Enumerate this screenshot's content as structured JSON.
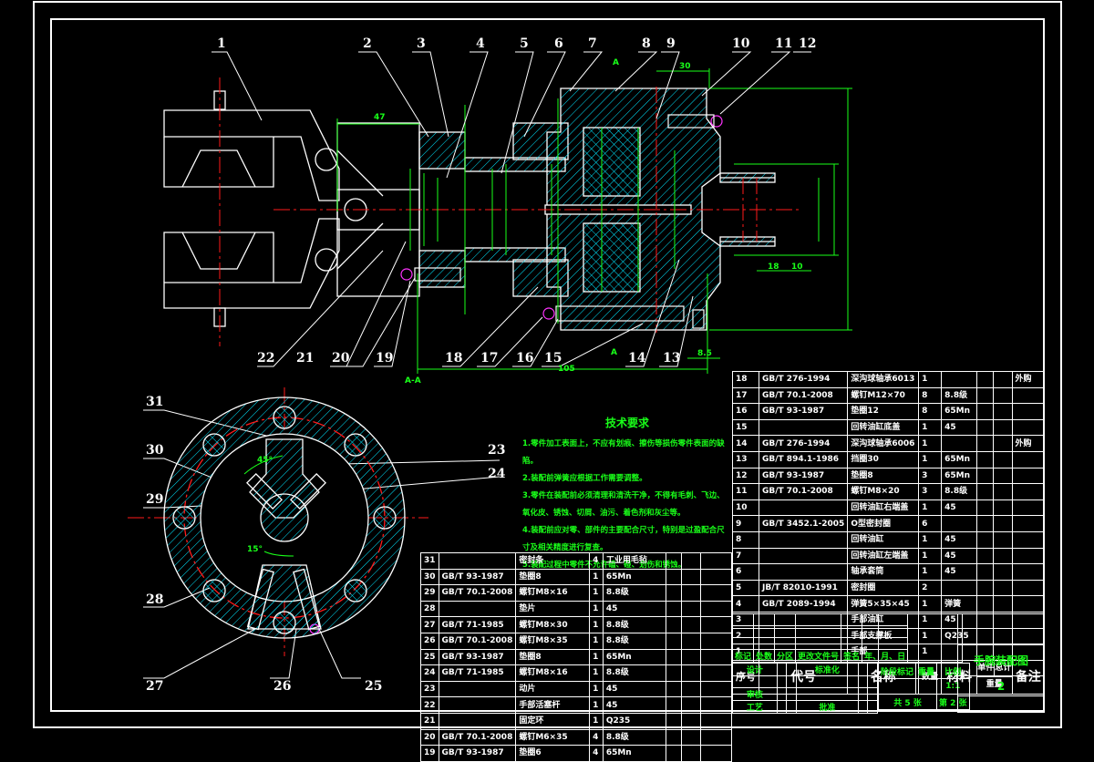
{
  "drawing": {
    "title": "手腕装配图",
    "drawing_number": "2",
    "scale": "1:1",
    "sheet_total_label": "共 5 张",
    "sheet_current_label": "第 2 张",
    "colors": {
      "background": "#000000",
      "outline": "#ffffff",
      "dimension": "#19ff19",
      "centerline": "#ff1a1a",
      "hatch": "#00e5ff",
      "hidden_fastener": "#ff33ff"
    }
  },
  "callouts": {
    "top": [
      "1",
      "2",
      "3",
      "4",
      "5",
      "6",
      "7",
      "8",
      "9",
      "10",
      "11",
      "12"
    ],
    "bottom": [
      "22",
      "21",
      "20",
      "19",
      "18",
      "17",
      "16",
      "15",
      "14",
      "13"
    ],
    "section_view": [
      "31",
      "30",
      "29",
      "28",
      "27",
      "26",
      "25",
      "24",
      "23"
    ]
  },
  "dimensions": {
    "d47": "47",
    "d30": "30",
    "d105": "105",
    "d18": "18",
    "d10": "10",
    "d8_5": "8.5",
    "angle45": "45°",
    "angle15": "15°",
    "section_mark": "A",
    "section_mark2": "A",
    "section_label": "A-A"
  },
  "tech_requirements": {
    "title": "技术要求",
    "items": [
      "1.零件加工表面上，不应有划痕、擦伤等损伤零件表面的缺陷。",
      "2.装配前弹簧应根据工作需要调整。",
      "3.零件在装配前必须清理和清洗干净，不得有毛刺、飞边、氧化皮、锈蚀、切屑、油污、着色剂和灰尘等。",
      "4.装配前应对零、部件的主要配合尺寸，特别是过盈配合尺寸及相关精度进行复查。",
      "5.装配过程中零件不允许磕、碰、划伤和锈蚀。"
    ]
  },
  "parts_list_right": {
    "rows": [
      {
        "no": "18",
        "code": "GB/T 276-1994",
        "name": "深沟球轴承6013",
        "qty": "1",
        "material": "",
        "unit_wt": "",
        "total_wt": "",
        "note": "外购"
      },
      {
        "no": "17",
        "code": "GB/T 70.1-2008",
        "name": "螺钉M12×70",
        "qty": "8",
        "material": "8.8级",
        "unit_wt": "",
        "total_wt": "",
        "note": ""
      },
      {
        "no": "16",
        "code": "GB/T 93-1987",
        "name": "垫圈12",
        "qty": "8",
        "material": "65Mn",
        "unit_wt": "",
        "total_wt": "",
        "note": ""
      },
      {
        "no": "15",
        "code": "",
        "name": "回转油缸底盖",
        "qty": "1",
        "material": "45",
        "unit_wt": "",
        "total_wt": "",
        "note": ""
      },
      {
        "no": "14",
        "code": "GB/T 276-1994",
        "name": "深沟球轴承6006",
        "qty": "1",
        "material": "",
        "unit_wt": "",
        "total_wt": "",
        "note": "外购"
      },
      {
        "no": "13",
        "code": "GB/T 894.1-1986",
        "name": "挡圈30",
        "qty": "1",
        "material": "65Mn",
        "unit_wt": "",
        "total_wt": "",
        "note": ""
      },
      {
        "no": "12",
        "code": "GB/T 93-1987",
        "name": "垫圈8",
        "qty": "3",
        "material": "65Mn",
        "unit_wt": "",
        "total_wt": "",
        "note": ""
      },
      {
        "no": "11",
        "code": "GB/T 70.1-2008",
        "name": "螺钉M8×20",
        "qty": "3",
        "material": "8.8级",
        "unit_wt": "",
        "total_wt": "",
        "note": ""
      },
      {
        "no": "10",
        "code": "",
        "name": "回转油缸右端盖",
        "qty": "1",
        "material": "45",
        "unit_wt": "",
        "total_wt": "",
        "note": ""
      },
      {
        "no": "9",
        "code": "GB/T 3452.1-2005",
        "name": "O型密封圈",
        "qty": "6",
        "material": "",
        "unit_wt": "",
        "total_wt": "",
        "note": ""
      },
      {
        "no": "8",
        "code": "",
        "name": "回转油缸",
        "qty": "1",
        "material": "45",
        "unit_wt": "",
        "total_wt": "",
        "note": ""
      },
      {
        "no": "7",
        "code": "",
        "name": "回转油缸左端盖",
        "qty": "1",
        "material": "45",
        "unit_wt": "",
        "total_wt": "",
        "note": ""
      },
      {
        "no": "6",
        "code": "",
        "name": "轴承套筒",
        "qty": "1",
        "material": "45",
        "unit_wt": "",
        "total_wt": "",
        "note": ""
      },
      {
        "no": "5",
        "code": "JB/T 82010-1991",
        "name": "密封圈",
        "qty": "2",
        "material": "",
        "unit_wt": "",
        "total_wt": "",
        "note": ""
      },
      {
        "no": "4",
        "code": "GB/T 2089-1994",
        "name": "弹簧5×35×45",
        "qty": "1",
        "material": "弹簧",
        "unit_wt": "",
        "total_wt": "",
        "note": ""
      },
      {
        "no": "3",
        "code": "",
        "name": "手部油缸",
        "qty": "1",
        "material": "45",
        "unit_wt": "",
        "total_wt": "",
        "note": ""
      },
      {
        "no": "2",
        "code": "",
        "name": "手部支撑板",
        "qty": "1",
        "material": "Q235",
        "unit_wt": "",
        "total_wt": "",
        "note": ""
      },
      {
        "no": "1",
        "code": "",
        "name": "手部",
        "qty": "1",
        "material": "",
        "unit_wt": "",
        "total_wt": "",
        "note": ""
      }
    ],
    "header": {
      "no": "序号",
      "code": "代号",
      "name": "名称",
      "qty": "数量",
      "material": "材料",
      "unit": "单件",
      "total": "总计",
      "weight": "重量",
      "note": "备注"
    }
  },
  "parts_list_left": {
    "rows": [
      {
        "no": "31",
        "code": "",
        "name": "密封条",
        "qty": "4",
        "material": "工业用毛毡"
      },
      {
        "no": "30",
        "code": "GB/T 93-1987",
        "name": "垫圈8",
        "qty": "1",
        "material": "65Mn"
      },
      {
        "no": "29",
        "code": "GB/T 70.1-2008",
        "name": "螺钉M8×16",
        "qty": "1",
        "material": "8.8级"
      },
      {
        "no": "28",
        "code": "",
        "name": "垫片",
        "qty": "1",
        "material": "45"
      },
      {
        "no": "27",
        "code": "GB/T 71-1985",
        "name": "螺钉M8×30",
        "qty": "1",
        "material": "8.8级"
      },
      {
        "no": "26",
        "code": "GB/T 70.1-2008",
        "name": "螺钉M8×35",
        "qty": "1",
        "material": "8.8级"
      },
      {
        "no": "25",
        "code": "GB/T 93-1987",
        "name": "垫圈8",
        "qty": "1",
        "material": "65Mn"
      },
      {
        "no": "24",
        "code": "GB/T 71-1985",
        "name": "螺钉M8×16",
        "qty": "1",
        "material": "8.8级"
      },
      {
        "no": "23",
        "code": "",
        "name": "动片",
        "qty": "1",
        "material": "45"
      },
      {
        "no": "22",
        "code": "",
        "name": "手部活塞杆",
        "qty": "1",
        "material": "45"
      },
      {
        "no": "21",
        "code": "",
        "name": "固定环",
        "qty": "1",
        "material": "Q235"
      },
      {
        "no": "20",
        "code": "GB/T 70.1-2008",
        "name": "螺钉M6×35",
        "qty": "4",
        "material": "8.8级"
      },
      {
        "no": "19",
        "code": "GB/T 93-1987",
        "name": "垫圈6",
        "qty": "4",
        "material": "65Mn"
      }
    ]
  },
  "title_block": {
    "row_labels": [
      "标记",
      "处数",
      "分区",
      "更改文件号",
      "签名",
      "年、月、日"
    ],
    "design": "设计",
    "standard": "标准化",
    "review": "审核",
    "process": "工艺",
    "approve": "批准",
    "stage_mark": "阶段标记",
    "weight": "重量",
    "scale_label": "比例"
  }
}
